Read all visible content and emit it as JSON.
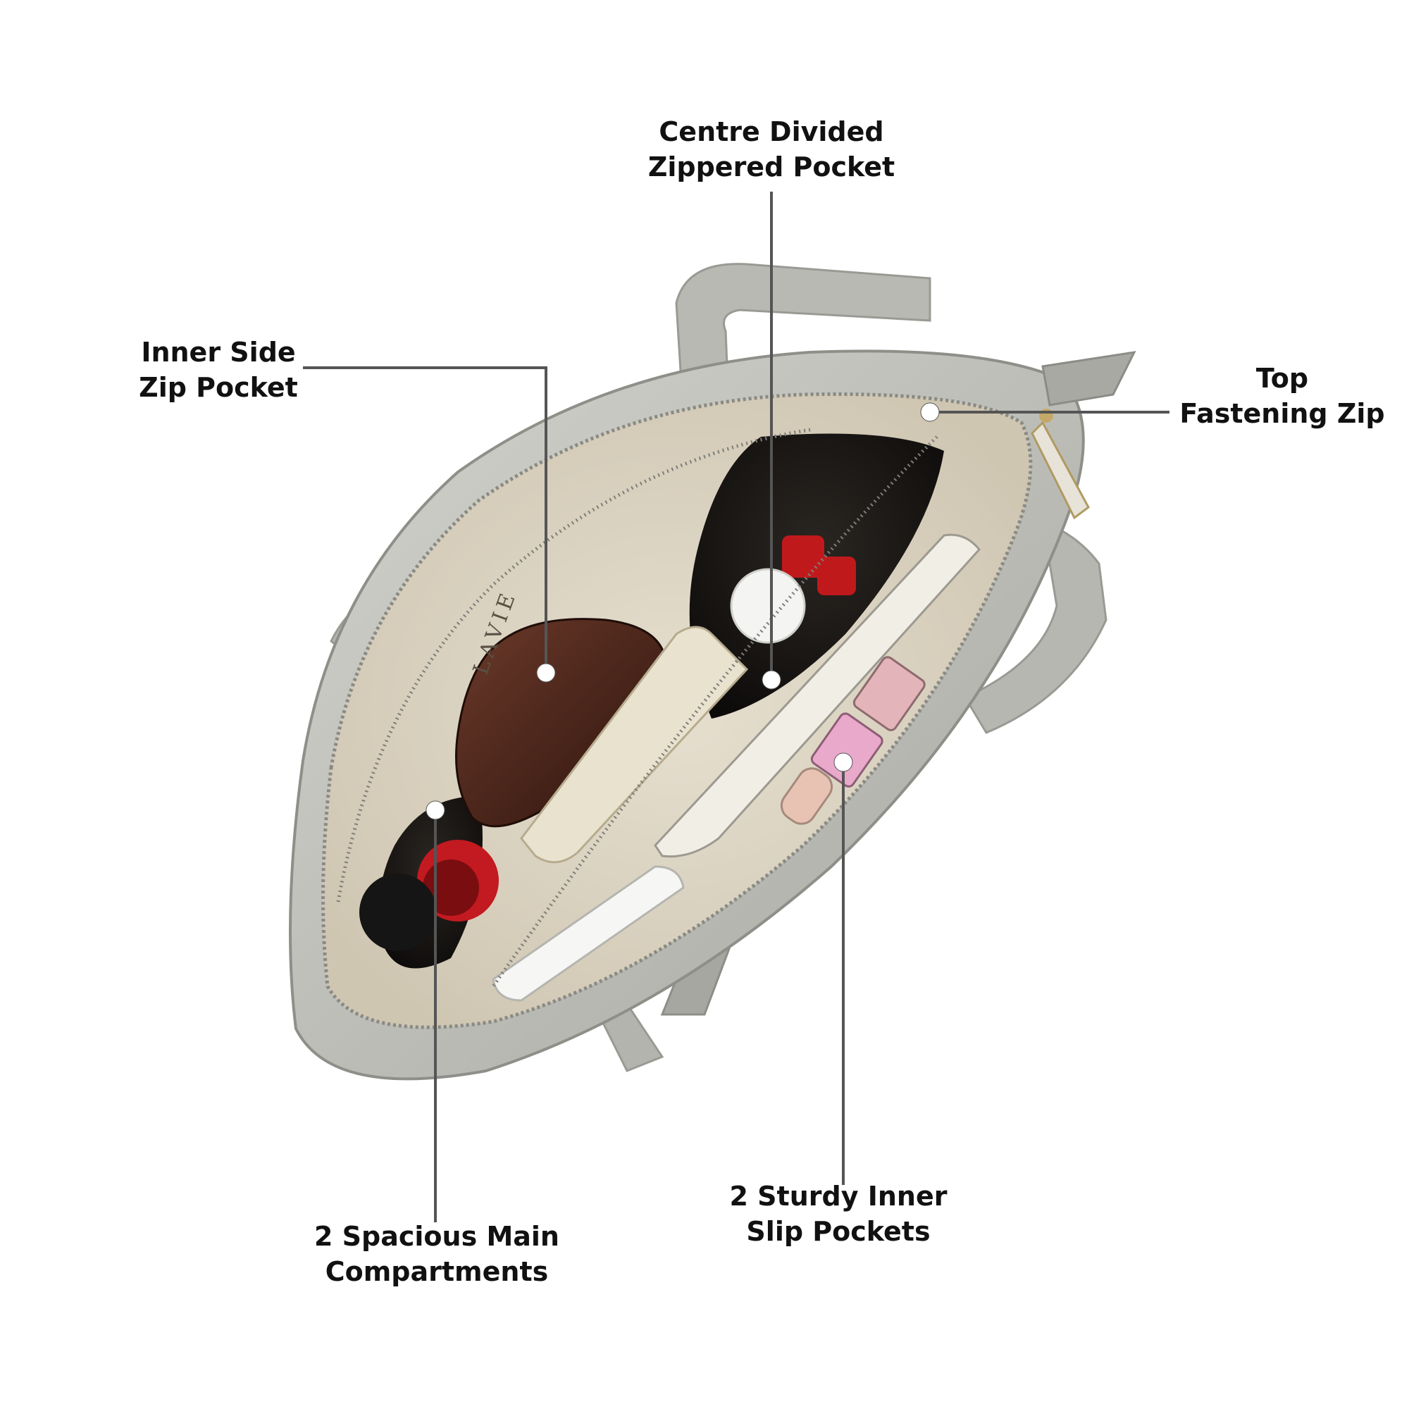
{
  "colors": {
    "background": "#ffffff",
    "leader_line": "#555555",
    "marker_dot": "#ffffff",
    "label_text": "#111111",
    "bag_exterior": "#bdbdb8",
    "bag_lining": "#ddd6c6"
  },
  "callouts": {
    "centre_divided": {
      "line1": "Centre Divided",
      "line2": "Zippered Pocket"
    },
    "inner_side": {
      "line1": "Inner Side",
      "line2": "Zip Pocket"
    },
    "top_fastening": {
      "line1": "Top",
      "line2": "Fastening Zip"
    },
    "spacious_main": {
      "line1": "2 Spacious Main",
      "line2": "Compartments"
    },
    "sturdy_inner": {
      "line1": "2 Sturdy Inner",
      "line2": "Slip Pockets"
    }
  },
  "bag": {
    "brand_mark": "LAVIE"
  }
}
